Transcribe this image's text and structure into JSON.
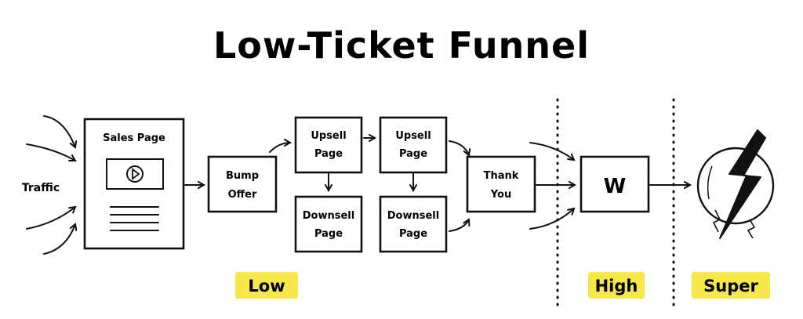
{
  "title": "Low-Ticket Funnel",
  "traffic": "Traffic",
  "nodes": {
    "sales_page": "Sales Page",
    "bump_offer": [
      "Bump",
      "Offer"
    ],
    "upsell_1": [
      "Upsell",
      "Page"
    ],
    "upsell_2": [
      "Upsell",
      "Page"
    ],
    "downsell_1": [
      "Downsell",
      "Page"
    ],
    "downsell_2": [
      "Downsell",
      "Page"
    ],
    "thank_you": [
      "Thank",
      "You"
    ],
    "webinar": "W"
  },
  "tiers": {
    "low": "Low",
    "high": "High",
    "super": "Super"
  },
  "colors": {
    "highlight": "#f7e84a",
    "ink": "#111111"
  },
  "icons": [
    "play-icon",
    "lightning-icon"
  ]
}
